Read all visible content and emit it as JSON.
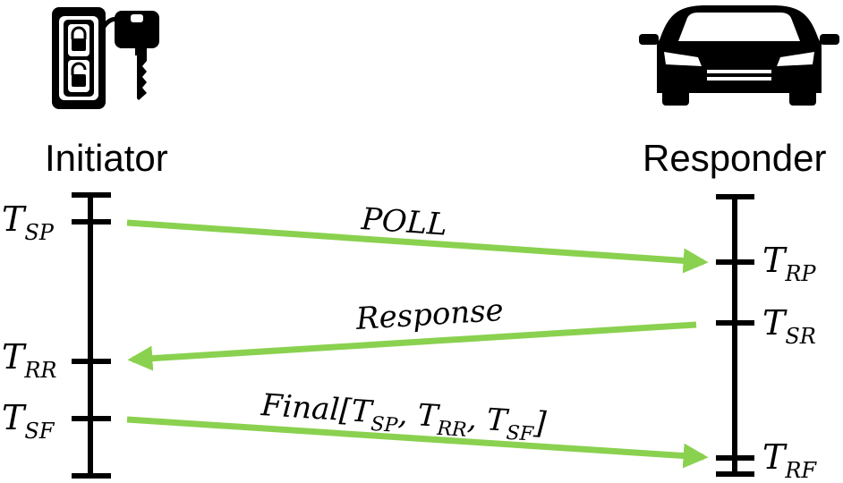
{
  "initiator": {
    "label": "Initiator",
    "icon": "car-key-fob-icon",
    "timestamps": [
      {
        "name": "sp",
        "main": "T",
        "sub": "SP"
      },
      {
        "name": "rr",
        "main": "T",
        "sub": "RR"
      },
      {
        "name": "sf",
        "main": "T",
        "sub": "SF"
      }
    ]
  },
  "responder": {
    "label": "Responder",
    "icon": "car-icon",
    "timestamps": [
      {
        "name": "rp",
        "main": "T",
        "sub": "RP"
      },
      {
        "name": "sr",
        "main": "T",
        "sub": "SR"
      },
      {
        "name": "rf",
        "main": "T",
        "sub": "RF"
      }
    ]
  },
  "messages": {
    "poll": "POLL",
    "response": "Response",
    "final": {
      "prefix": "Final[",
      "t1": "T",
      "s1": "SP",
      "sep1": ", ",
      "t2": "T",
      "s2": "RR",
      "sep2": ", ",
      "t3": "T",
      "s3": "SF",
      "suffix": "]"
    }
  },
  "colors": {
    "arrow": "#8ad14f",
    "line": "#000000"
  }
}
